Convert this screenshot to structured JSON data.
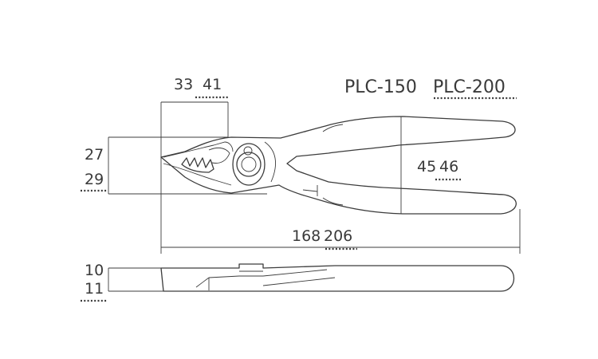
{
  "models": {
    "small": "PLC-150",
    "large": "PLC-200"
  },
  "dimensions": {
    "jaw_length": {
      "small": "33",
      "large": "41"
    },
    "jaw_width": {
      "small": "27",
      "large": "29"
    },
    "handle_width": {
      "small": "45",
      "large": "46"
    },
    "total_length": {
      "small": "168",
      "large": "206"
    },
    "thickness": {
      "small": "10",
      "large": "11"
    }
  }
}
